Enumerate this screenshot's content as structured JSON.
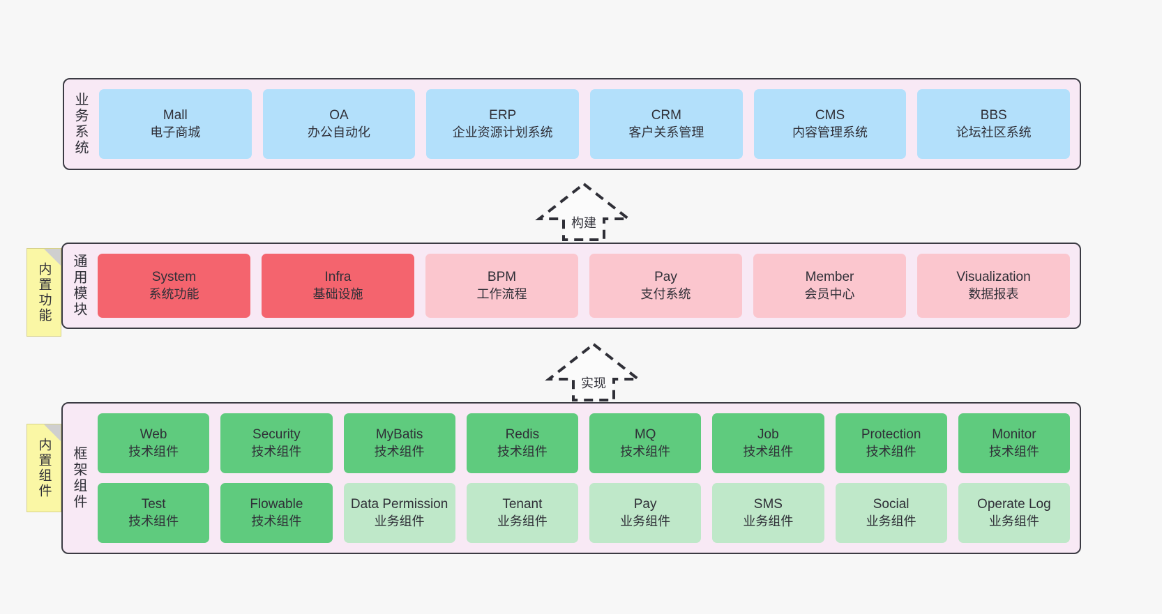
{
  "diagram": {
    "background_color": "#f7f7f7",
    "layer_background": "#f8e9f5",
    "layer_border": "#3b3b43"
  },
  "layers": [
    {
      "key": "business",
      "title": "业务系统",
      "rows": [
        {
          "cards": [
            {
              "en": "Mall",
              "cn": "电子商城",
              "color": "#b3e0fb",
              "tone": "c-blue"
            },
            {
              "en": "OA",
              "cn": "办公自动化",
              "color": "#b3e0fb",
              "tone": "c-blue"
            },
            {
              "en": "ERP",
              "cn": "企业资源计划系统",
              "color": "#b3e0fb",
              "tone": "c-blue"
            },
            {
              "en": "CRM",
              "cn": "客户关系管理",
              "color": "#b3e0fb",
              "tone": "c-blue"
            },
            {
              "en": "CMS",
              "cn": "内容管理系统",
              "color": "#b3e0fb",
              "tone": "c-blue"
            },
            {
              "en": "BBS",
              "cn": "论坛社区系统",
              "color": "#b3e0fb",
              "tone": "c-blue"
            }
          ]
        }
      ]
    },
    {
      "key": "common-module",
      "title": "通用模块",
      "note": "内置功能",
      "rows": [
        {
          "cards": [
            {
              "en": "System",
              "cn": "系统功能",
              "color": "#f4646e",
              "tone": "c-red"
            },
            {
              "en": "Infra",
              "cn": "基础设施",
              "color": "#f4646e",
              "tone": "c-red"
            },
            {
              "en": "BPM",
              "cn": "工作流程",
              "color": "#fbc6ce",
              "tone": "c-pink"
            },
            {
              "en": "Pay",
              "cn": "支付系统",
              "color": "#fbc6ce",
              "tone": "c-pink"
            },
            {
              "en": "Member",
              "cn": "会员中心",
              "color": "#fbc6ce",
              "tone": "c-pink"
            },
            {
              "en": "Visualization",
              "cn": "数据报表",
              "color": "#fbc6ce",
              "tone": "c-pink"
            }
          ]
        }
      ]
    },
    {
      "key": "framework-component",
      "title": "框架组件",
      "note": "内置组件",
      "rows": [
        {
          "cards": [
            {
              "en": "Web",
              "cn": "技术组件",
              "color": "#5fcb7e",
              "tone": "c-green"
            },
            {
              "en": "Security",
              "cn": "技术组件",
              "color": "#5fcb7e",
              "tone": "c-green"
            },
            {
              "en": "MyBatis",
              "cn": "技术组件",
              "color": "#5fcb7e",
              "tone": "c-green"
            },
            {
              "en": "Redis",
              "cn": "技术组件",
              "color": "#5fcb7e",
              "tone": "c-green"
            },
            {
              "en": "MQ",
              "cn": "技术组件",
              "color": "#5fcb7e",
              "tone": "c-green"
            },
            {
              "en": "Job",
              "cn": "技术组件",
              "color": "#5fcb7e",
              "tone": "c-green"
            },
            {
              "en": "Protection",
              "cn": "技术组件",
              "color": "#5fcb7e",
              "tone": "c-green"
            },
            {
              "en": "Monitor",
              "cn": "技术组件",
              "color": "#5fcb7e",
              "tone": "c-green"
            }
          ]
        },
        {
          "cards": [
            {
              "en": "Test",
              "cn": "技术组件",
              "color": "#5fcb7e",
              "tone": "c-green"
            },
            {
              "en": "Flowable",
              "cn": "技术组件",
              "color": "#5fcb7e",
              "tone": "c-green"
            },
            {
              "en": "Data Permission",
              "cn": "业务组件",
              "color": "#bfe8c9",
              "tone": "c-greenlight"
            },
            {
              "en": "Tenant",
              "cn": "业务组件",
              "color": "#bfe8c9",
              "tone": "c-greenlight"
            },
            {
              "en": "Pay",
              "cn": "业务组件",
              "color": "#bfe8c9",
              "tone": "c-greenlight"
            },
            {
              "en": "SMS",
              "cn": "业务组件",
              "color": "#bfe8c9",
              "tone": "c-greenlight"
            },
            {
              "en": "Social",
              "cn": "业务组件",
              "color": "#bfe8c9",
              "tone": "c-greenlight"
            },
            {
              "en": "Operate Log",
              "cn": "业务组件",
              "color": "#bfe8c9",
              "tone": "c-greenlight"
            }
          ]
        }
      ]
    }
  ],
  "arrows": [
    {
      "key": "build",
      "label": "构建"
    },
    {
      "key": "implement",
      "label": "实现"
    }
  ]
}
